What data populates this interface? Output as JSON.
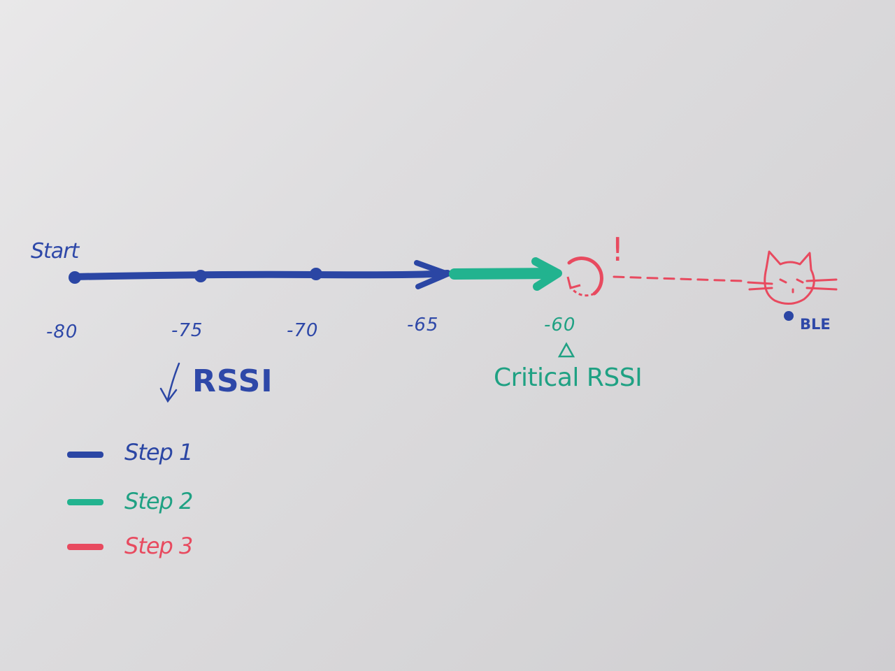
{
  "labels": {
    "start": "Start",
    "rssi": "RSSI",
    "critical": "Critical RSSI",
    "ble": "BLE",
    "exclaim": "!"
  },
  "axis": {
    "ticks": [
      "-80",
      "-75",
      "-70",
      "-65",
      "-60"
    ]
  },
  "legend": [
    {
      "label": "Step 1",
      "color": "#2b46a4"
    },
    {
      "label": "Step 2",
      "color": "#22b38f"
    },
    {
      "label": "Step 3",
      "color": "#e84a5f"
    }
  ],
  "colors": {
    "step1": "#2b46a4",
    "step2": "#22b38f",
    "step3": "#e84a5f"
  },
  "icons": {
    "down_arrow": "down-arrow-icon",
    "triangle": "triangle-icon",
    "cat": "cat-icon",
    "ble_dot": "ble-dot-icon",
    "circular_arrow": "circular-arrow-icon"
  }
}
